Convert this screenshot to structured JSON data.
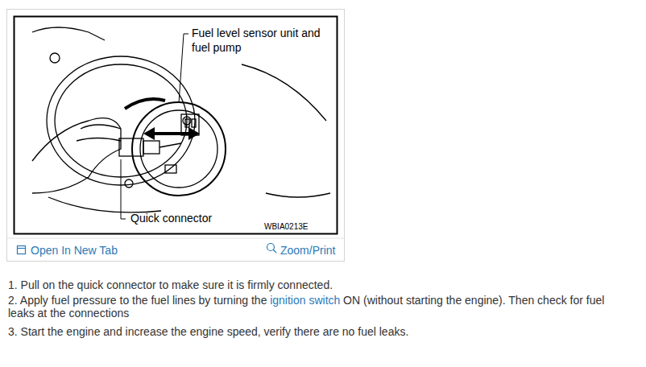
{
  "diagram": {
    "labels": [
      "Fuel level sensor unit and fuel pump",
      "Quick connector",
      "WBIA0213E",
      "Open In New Tab",
      "Zoom/Print",
      "1. Pull on the quick connector to make sure it is firmly connected.",
      "2. Apply fuel pressure to the fuel lines by turning the",
      "ignition switch",
      "ON (without starting the engine). Then check for fuel leaks at the connections",
      "3. Start the engine and increase the engine speed, verify there are no fuel leaks."
    ]
  }
}
